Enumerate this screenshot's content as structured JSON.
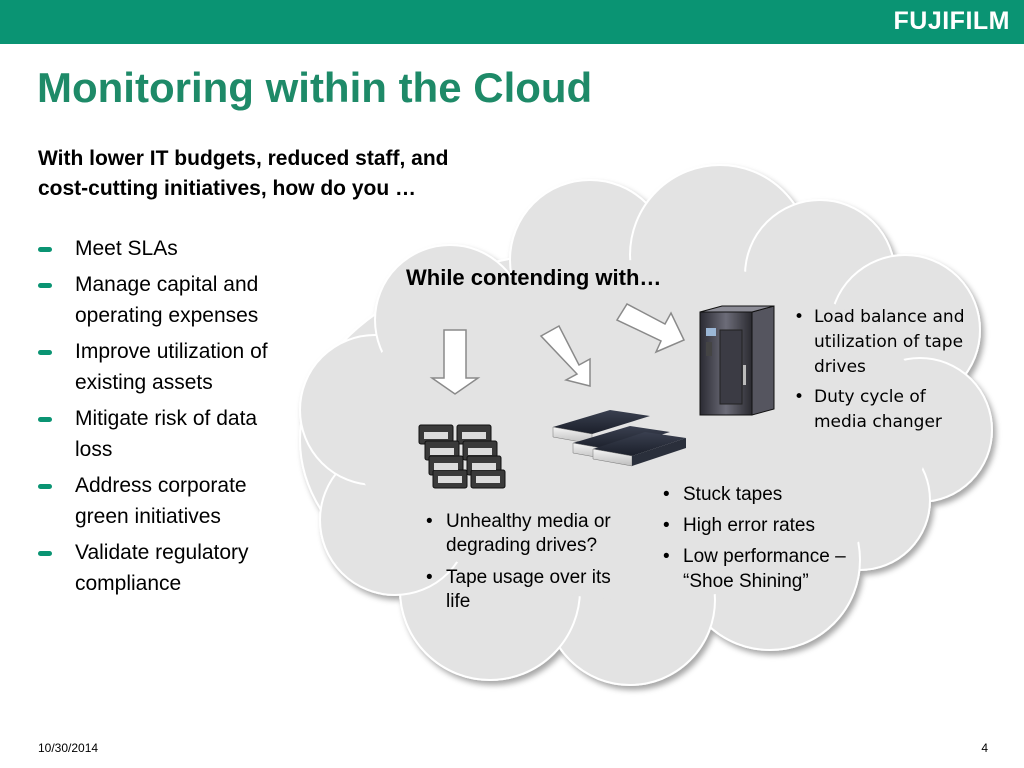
{
  "brand": {
    "logo_text": "FUJIFILM",
    "color": "#0a9473"
  },
  "slide": {
    "title": "Monitoring within the Cloud",
    "subtitle_line1": "With lower IT budgets, reduced staff, and",
    "subtitle_line2": "cost-cutting initiatives, how do you …",
    "goals": [
      "Meet SLAs",
      "Manage capital and operating expenses",
      "Improve utilization of existing assets",
      "Mitigate risk of data loss",
      "Address corporate green initiatives",
      "Validate regulatory compliance"
    ],
    "contending_heading": "While contending with…",
    "media_issues": [
      "Unhealthy media or degrading drives?",
      "Tape usage over its life"
    ],
    "drive_issues": [
      "Stuck tapes",
      "High error rates",
      "Low performance – “Shoe Shining”"
    ],
    "library_issues": [
      "Load balance and utilization of tape drives",
      "Duty cycle of media changer"
    ]
  },
  "footer": {
    "date": "10/30/2014",
    "page": "4"
  },
  "icons": [
    "down-arrow-icon",
    "tape-cartridges-icon",
    "tape-drives-icon",
    "tape-library-icon"
  ]
}
